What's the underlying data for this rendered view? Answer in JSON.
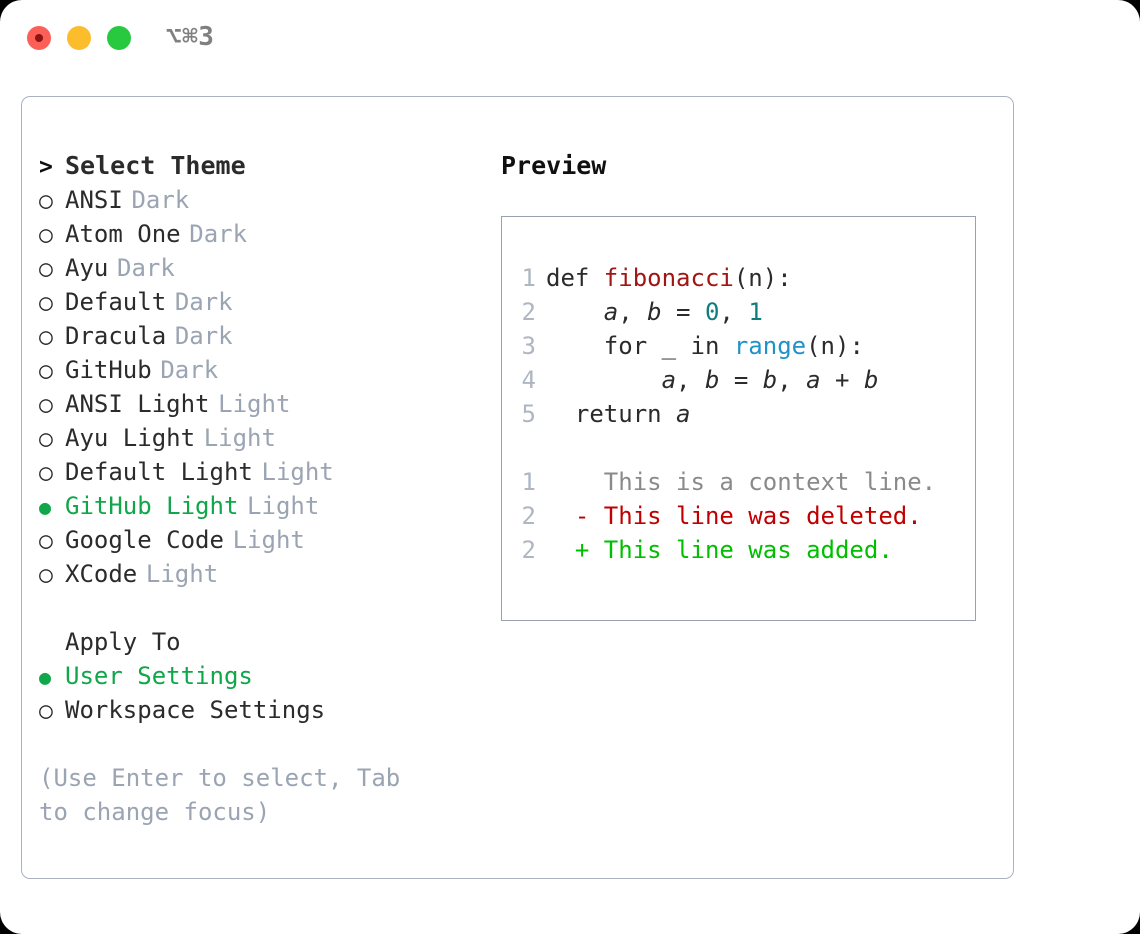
{
  "window": {
    "shortcut": "⌥⌘3",
    "traffic_lights": [
      "close-light",
      "minimize-light",
      "zoom-light"
    ],
    "colors": {
      "close": "#fc5f57",
      "minimize": "#fcbd2d",
      "zoom": "#28c83f",
      "accent_green": "#10a64a",
      "muted_gray": "#9aa4b2",
      "panel_border": "#aab2c0",
      "preview_border": "#98a2b3",
      "diff_add": "#00bf00",
      "diff_del": "#c00000"
    }
  },
  "theme_picker": {
    "title": "Select Theme",
    "title_marker": ">",
    "marker_unselected": "○",
    "marker_selected": "●",
    "items": [
      {
        "label": "ANSI",
        "suffix": "Dark",
        "selected": false
      },
      {
        "label": "Atom One",
        "suffix": "Dark",
        "selected": false
      },
      {
        "label": "Ayu",
        "suffix": "Dark",
        "selected": false
      },
      {
        "label": "Default",
        "suffix": "Dark",
        "selected": false
      },
      {
        "label": "Dracula",
        "suffix": "Dark",
        "selected": false
      },
      {
        "label": "GitHub",
        "suffix": "Dark",
        "selected": false
      },
      {
        "label": "ANSI Light",
        "suffix": "Light",
        "selected": false
      },
      {
        "label": "Ayu Light",
        "suffix": "Light",
        "selected": false
      },
      {
        "label": "Default Light",
        "suffix": "Light",
        "selected": false
      },
      {
        "label": "GitHub Light",
        "suffix": "Light",
        "selected": true
      },
      {
        "label": "Google Code",
        "suffix": "Light",
        "selected": false
      },
      {
        "label": "XCode",
        "suffix": "Light",
        "selected": false
      }
    ]
  },
  "apply_to": {
    "title": "Apply To",
    "options": [
      {
        "label": "User Settings",
        "selected": true
      },
      {
        "label": "Workspace Settings",
        "selected": false
      }
    ]
  },
  "hint": "(Use Enter to select, Tab to change focus)",
  "preview": {
    "heading": "Preview",
    "code_lines": [
      {
        "number": "1",
        "tokens": [
          {
            "text": "def ",
            "kind": "kw"
          },
          {
            "text": "fibonacci",
            "kind": "fn"
          },
          {
            "text": "(n):",
            "kind": "plain"
          }
        ]
      },
      {
        "number": "2",
        "tokens": [
          {
            "text": "    ",
            "kind": "plain"
          },
          {
            "text": "a",
            "kind": "var"
          },
          {
            "text": ", ",
            "kind": "plain"
          },
          {
            "text": "b",
            "kind": "var"
          },
          {
            "text": " = ",
            "kind": "plain"
          },
          {
            "text": "0",
            "kind": "num"
          },
          {
            "text": ", ",
            "kind": "plain"
          },
          {
            "text": "1",
            "kind": "num"
          }
        ]
      },
      {
        "number": "3",
        "tokens": [
          {
            "text": "    for _ in ",
            "kind": "kw"
          },
          {
            "text": "range",
            "kind": "call"
          },
          {
            "text": "(n):",
            "kind": "plain"
          }
        ]
      },
      {
        "number": "4",
        "tokens": [
          {
            "text": "        ",
            "kind": "plain"
          },
          {
            "text": "a",
            "kind": "var"
          },
          {
            "text": ", ",
            "kind": "plain"
          },
          {
            "text": "b",
            "kind": "var"
          },
          {
            "text": " = ",
            "kind": "plain"
          },
          {
            "text": "b",
            "kind": "var"
          },
          {
            "text": ", ",
            "kind": "plain"
          },
          {
            "text": "a",
            "kind": "var"
          },
          {
            "text": " + ",
            "kind": "plain"
          },
          {
            "text": "b",
            "kind": "var"
          }
        ]
      },
      {
        "number": "5",
        "tokens": [
          {
            "text": "  return ",
            "kind": "kw"
          },
          {
            "text": "a",
            "kind": "var"
          }
        ]
      }
    ],
    "diff_lines": [
      {
        "number": "1",
        "sign": " ",
        "text": "This is a context line.",
        "kind": "ctx"
      },
      {
        "number": "2",
        "sign": "-",
        "text": "This line was deleted.",
        "kind": "del"
      },
      {
        "number": "2",
        "sign": "+",
        "text": "This line was added.",
        "kind": "add"
      }
    ]
  }
}
